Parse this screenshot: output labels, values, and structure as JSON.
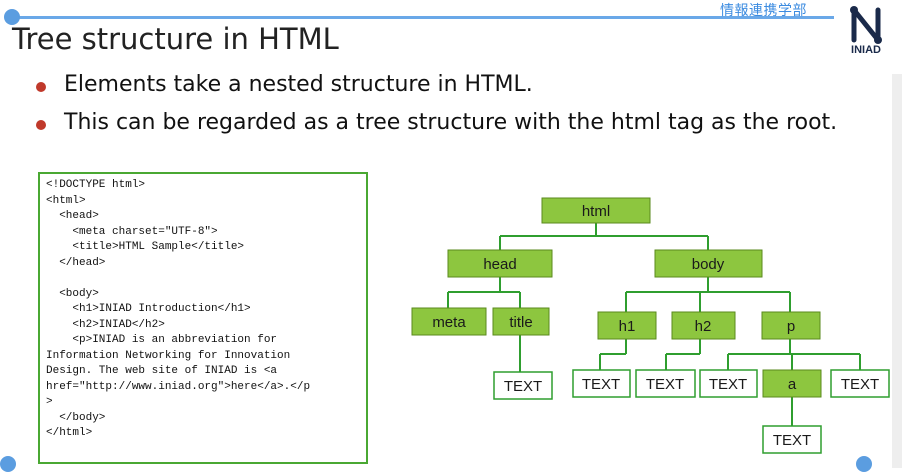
{
  "slide": {
    "department": "情報連携学部",
    "logo_text": "INIAD",
    "title": "Tree structure in HTML",
    "bullets": [
      "Elements take a nested structure in HTML.",
      "This can be regarded as a tree structure with the html tag as the root."
    ],
    "code_sample": "<!DOCTYPE html>\n<html>\n  <head>\n    <meta charset=\"UTF-8\">\n    <title>HTML Sample</title>\n  </head>\n\n  <body>\n    <h1>INIAD Introduction</h1>\n    <h2>INIAD</h2>\n    <p>INIAD is an abbreviation for\nInformation Networking for Innovation\nDesign. The web site of INIAD is <a\nhref=\"http://www.iniad.org\">here</a>.</p\n>\n  </body>\n</html>"
  },
  "tree": {
    "html": "html",
    "head": "head",
    "body": "body",
    "meta": "meta",
    "title": "title",
    "h1": "h1",
    "h2": "h2",
    "p": "p",
    "a": "a",
    "text": "TEXT"
  },
  "colors": {
    "element_fill": "#8dc63f",
    "element_stroke": "#5a8a1e",
    "edge": "#2f9e2f",
    "text_node_stroke": "#2f9e2f",
    "accent_blue": "#5b9de0",
    "bullet_dot": "#c0392b"
  }
}
